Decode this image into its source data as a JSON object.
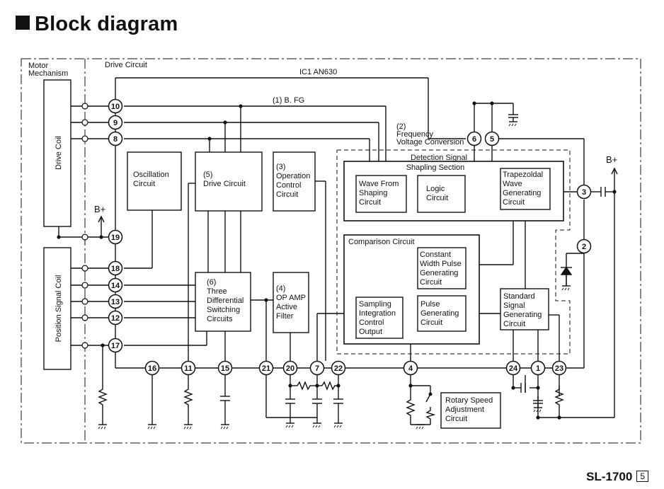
{
  "title": "Block diagram",
  "footer": {
    "model": "SL-1700",
    "page": "5"
  },
  "regions": {
    "motor_mechanism": [
      "Motor",
      "Mechanism"
    ],
    "drive_circuit": "Drive Circuit",
    "ic": "IC1 AN630"
  },
  "coils": {
    "drive": "Drive Coil",
    "position": "Position Signal Coil"
  },
  "supply": {
    "left": "B+",
    "right": "B+"
  },
  "signals": {
    "bfg": "(1) B. FG",
    "freq_voltage": [
      "(2)",
      "Frequency",
      "Voltage Conversion"
    ]
  },
  "blocks": {
    "oscillation": [
      "Oscillation",
      "Circuit"
    ],
    "drive": [
      "(5)",
      "Drive Circuit"
    ],
    "operation": [
      "(3)",
      "Operation",
      "Control",
      "Circuit"
    ],
    "detection_section": [
      "Detection Signal",
      "Shapling Section"
    ],
    "wave_shaping": [
      "Wave From",
      "Shaping",
      "Circuit"
    ],
    "logic": [
      "Logic",
      "Circuit"
    ],
    "trapezoid": [
      "Trapezoldal",
      "Wave",
      "Generating",
      "Circuit"
    ],
    "comparison": "Comparison Circuit",
    "constant_width": [
      "Constant",
      "Width Pulse",
      "Generating",
      "Circuit"
    ],
    "sampling": [
      "Sampling",
      "Integration",
      "Control",
      "Output"
    ],
    "pulse_gen": [
      "Pulse",
      "Generating",
      "Circuit"
    ],
    "standard_signal": [
      "Standard",
      "Signal",
      "Generating",
      "Circuit"
    ],
    "three_diff": [
      "(6)",
      "Three",
      "Differential",
      "Switching",
      "Circuits"
    ],
    "op_amp": [
      "(4)",
      "OP AMP",
      "Active",
      "Filter"
    ],
    "rotary": [
      "Rotary Speed",
      "Adjustment",
      "Circuit"
    ]
  },
  "pins": {
    "left": [
      "10",
      "9",
      "8",
      "19",
      "18",
      "14",
      "13",
      "12",
      "17"
    ],
    "bottom": [
      "16",
      "11",
      "15",
      "21",
      "20",
      "7",
      "22",
      "4",
      "24",
      "1",
      "23"
    ],
    "top": [
      "6",
      "5"
    ],
    "right": [
      "3",
      "2"
    ]
  }
}
